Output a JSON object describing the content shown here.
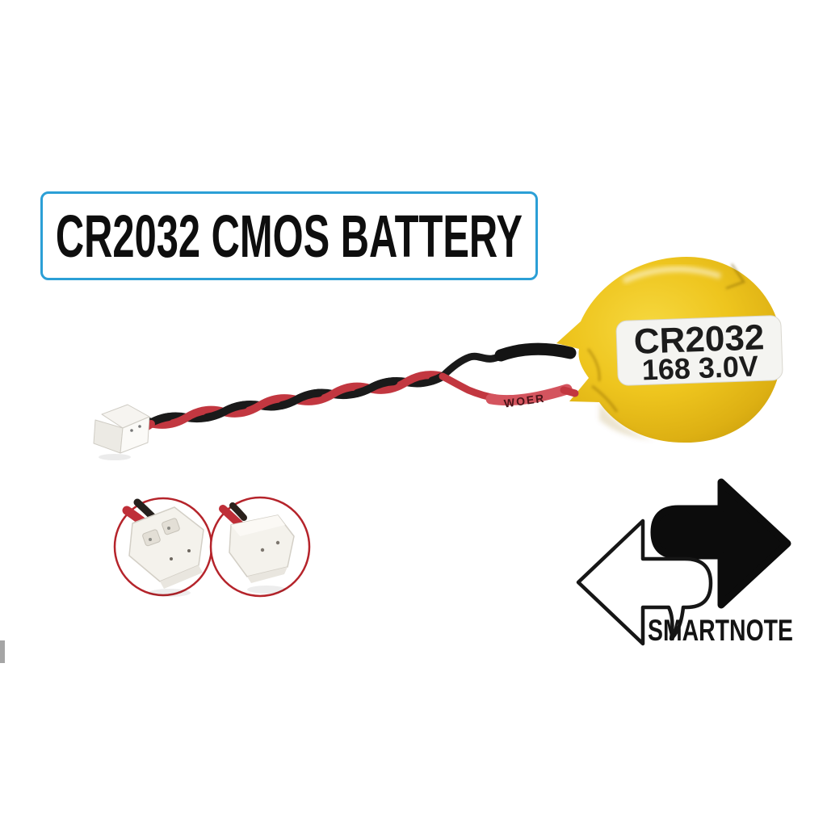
{
  "banner": {
    "title": "CR2032 CMOS BATTERY"
  },
  "battery": {
    "label_line1": "CR2032",
    "label_line2": "168 3.0V",
    "sleeve_marking": "WOER"
  },
  "brand": {
    "name": "SMARTNOTE"
  },
  "icons": {
    "logo_left_arrow": "arrow-left-icon",
    "logo_right_arrow": "arrow-right-icon"
  },
  "colors": {
    "background": "#ffffff",
    "banner_border": "#2b9fd6",
    "banner_text": "#0e0e0e",
    "battery_yellow": "#edc51e",
    "battery_shadow_yellow": "#c79c0c",
    "label_white": "#f4f4f1",
    "wire_red": "#c23740",
    "wire_sleeve_red": "#d4545e",
    "wire_black": "#1a1a1a",
    "connector_white": "#f4f2ec",
    "closeup_ring_red": "#b5242b",
    "logo_ink": "#0c0c0c"
  }
}
